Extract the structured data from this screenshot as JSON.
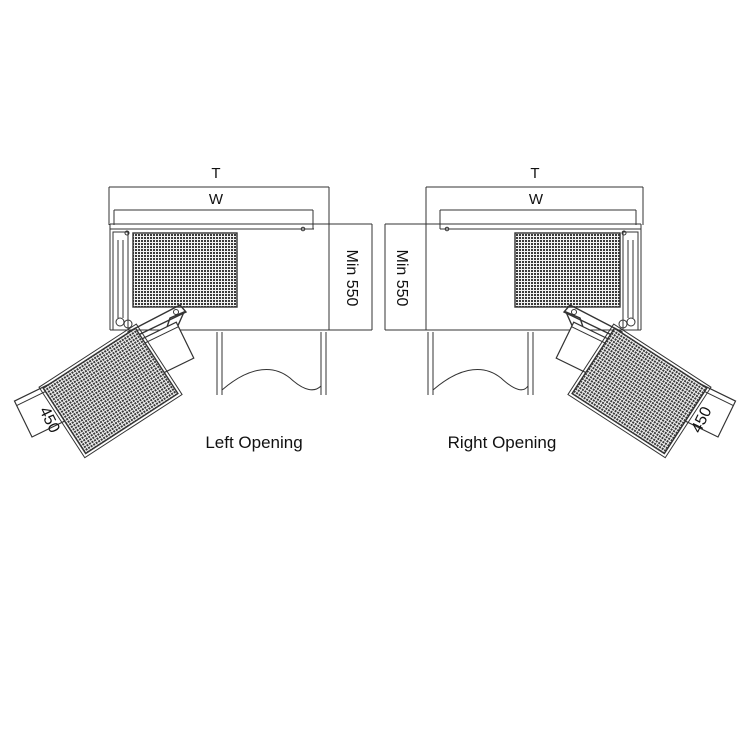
{
  "left": {
    "label_T": "T",
    "label_W": "W",
    "label_depth": "Min 550",
    "label_door": "450",
    "caption": "Left Opening"
  },
  "right": {
    "label_T": "T",
    "label_W": "W",
    "label_depth": "Min 550",
    "label_door": "450",
    "caption": "Right Opening"
  },
  "colors": {
    "line": "#333333",
    "mesh_fill": "#3a3a3a",
    "background": "#ffffff"
  }
}
